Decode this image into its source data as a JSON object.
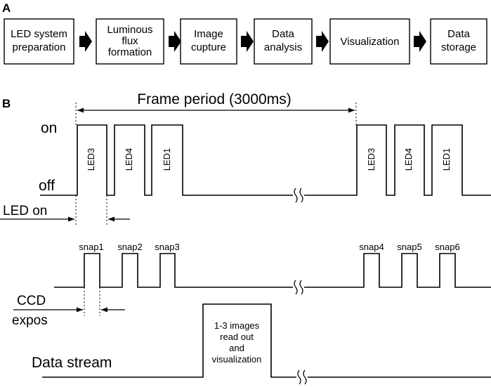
{
  "panel_a": {
    "label": "A",
    "steps": [
      [
        "LED system",
        "preparation"
      ],
      [
        "Luminous",
        "flux",
        "formation"
      ],
      [
        "Image",
        "cupture"
      ],
      [
        "Data",
        "analysis"
      ],
      [
        "Visualization"
      ],
      [
        "Data",
        "storage"
      ]
    ]
  },
  "panel_b": {
    "label": "B",
    "frame_period": "Frame period (3000ms)",
    "on_label": "on",
    "off_label": "off",
    "led_on_label": "LED on",
    "led_pulses_1": [
      "LED3",
      "LED4",
      "LED1"
    ],
    "led_pulses_2": [
      "LED3",
      "LED4",
      "LED1"
    ],
    "snaps_1": [
      "snap1",
      "snap2",
      "snap3"
    ],
    "snaps_2": [
      "snap4",
      "snap5",
      "snap6"
    ],
    "ccd_label_1": "CCD",
    "ccd_label_2": "expos",
    "data_stream_label": "Data stream",
    "data_box": [
      "1-3 images",
      "read out",
      "and",
      "visualization"
    ]
  }
}
